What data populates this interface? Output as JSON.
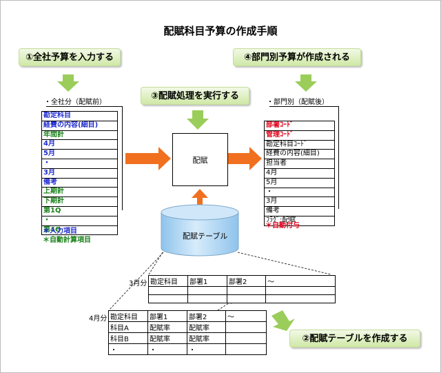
{
  "title": "配賦科目予算の作成手順",
  "steps": {
    "step1": "①全社予算を入力する",
    "step2": "②配賦テーブルを作成する",
    "step3": "③配賦処理を実行する",
    "step4": "④部門別予算が作成される"
  },
  "company_list": {
    "caption": "・全社分（配賦前）",
    "rows": [
      {
        "text": "勘定科目",
        "style": "blue"
      },
      {
        "text": "経費の内容(細目)",
        "style": "blue"
      },
      {
        "text": "年間計",
        "style": "green"
      },
      {
        "text": "4月",
        "style": "blue"
      },
      {
        "text": "5月",
        "style": "blue"
      },
      {
        "text": "・",
        "style": "blue"
      },
      {
        "text": "3月",
        "style": "blue"
      },
      {
        "text": "備考",
        "style": "blue"
      },
      {
        "text": "上期計",
        "style": "green"
      },
      {
        "text": "下期計",
        "style": "green"
      },
      {
        "text": "第1Q",
        "style": "green"
      },
      {
        "text": "・",
        "style": "green"
      },
      {
        "text": "第4Q",
        "style": "green"
      }
    ],
    "legend_input": "＊入力項目",
    "legend_auto": "＊自動計算項目"
  },
  "dept_list": {
    "caption": "・部門別（配賦後）",
    "rows": [
      {
        "text": "部署ｺｰﾄﾞ",
        "style": "red"
      },
      {
        "text": "管理ｺｰﾄﾞ",
        "style": "red"
      },
      {
        "text": "勘定科目ｺｰﾄﾞ",
        "style": "plain"
      },
      {
        "text": "経費の内容(細目)",
        "style": "plain"
      },
      {
        "text": "担当者",
        "style": "plain"
      },
      {
        "text": "4月",
        "style": "plain"
      },
      {
        "text": "5月",
        "style": "plain"
      },
      {
        "text": "・",
        "style": "plain"
      },
      {
        "text": "3月",
        "style": "plain"
      },
      {
        "text": "備考",
        "style": "plain"
      },
      {
        "text": "ﾌﾗｸﾞ:配賦",
        "style": "plain"
      }
    ],
    "legend_auto_add": "＊自動付与"
  },
  "process_box": "配賦",
  "allocation_table_label": "配賦テーブル",
  "table_march": {
    "label": "3月分",
    "header": [
      "勘定科目",
      "部署1",
      "部署2",
      "〜"
    ],
    "rows": [
      [
        "",
        "",
        "",
        ""
      ],
      [
        "",
        "",
        "",
        ""
      ]
    ]
  },
  "table_april": {
    "label": "4月分",
    "header": [
      "勘定科目",
      "部署1",
      "部署2",
      "〜"
    ],
    "rows": [
      [
        "科目A",
        "配賦率",
        "配賦率",
        ""
      ],
      [
        "科目B",
        "配賦率",
        "配賦率",
        ""
      ],
      [
        "・",
        "・",
        "・",
        ""
      ]
    ]
  },
  "colors": {
    "orange_arrow": "#f07020",
    "green_arrow": "#9acd5a",
    "cylinder": "#a9d3f2",
    "blue_text": "#1f2bd0",
    "green_text": "#188018",
    "red_text": "#e0001a"
  }
}
